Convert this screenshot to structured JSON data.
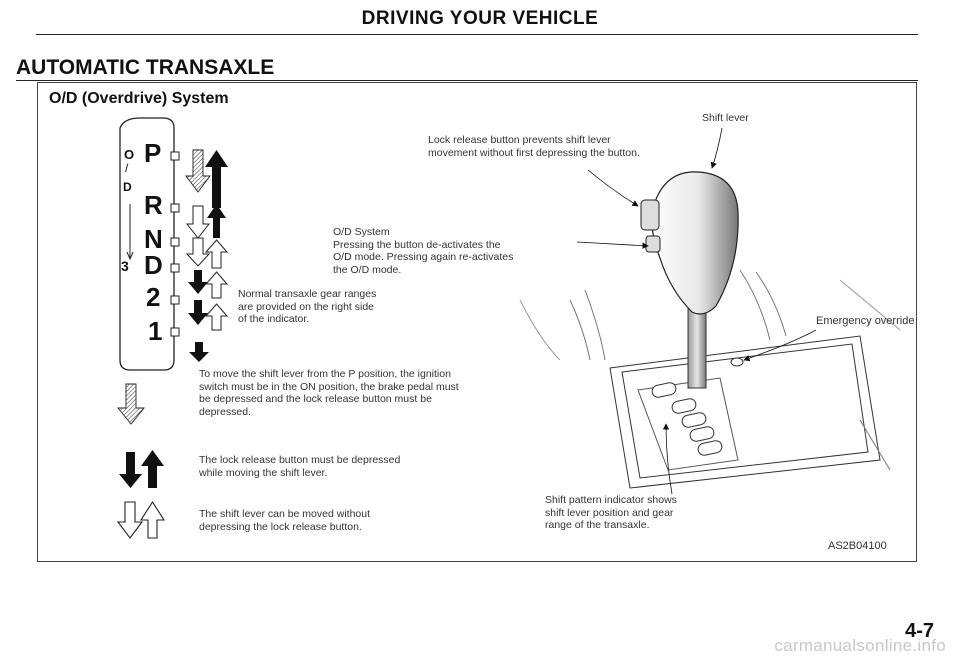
{
  "header": {
    "title": "DRIVING YOUR VEHICLE"
  },
  "section": {
    "title": "AUTOMATIC TRANSAXLE"
  },
  "subsection": {
    "title": "O/D (Overdrive) System"
  },
  "indicator": {
    "od_letter": "O",
    "od_slash": "/",
    "od_d_letter": "D",
    "three_label": "3",
    "gears": [
      "P",
      "R",
      "N",
      "D",
      "2",
      "1"
    ]
  },
  "captions": {
    "lock_release": [
      "Lock release button prevents shift lever",
      "movement without first depressing the button."
    ],
    "shift_lever": "Shift lever",
    "od_system": [
      "O/D System",
      "Pressing the button de-activates the",
      "O/D mode. Pressing again re-activates",
      "the O/D mode."
    ],
    "normal_ranges": [
      "Normal transaxle gear ranges",
      "are provided on the right side",
      "of the indicator."
    ],
    "emergency_override": "Emergency override",
    "move_from_p": [
      "To move the shift lever from the P position, the ignition",
      "switch must be in the ON position, the brake pedal must",
      "be depressed and the lock release button must be",
      "depressed."
    ],
    "lock_depressed": [
      "The lock release button must be depressed",
      "while moving the shift lever."
    ],
    "no_depress": [
      "The shift lever can be moved without",
      "depressing the lock release button."
    ],
    "shift_pattern": [
      "Shift pattern indicator shows",
      "shift lever position and gear",
      "range of the transaxle."
    ]
  },
  "figure_code": "AS2B04100",
  "page_number": "4-7",
  "watermark": "carmanualsonline.info",
  "icons": {
    "hatched_arrow": "hatched-down-arrow-icon",
    "solid_arrow": "solid-arrow-icon",
    "outline_arrow": "outline-arrow-icon"
  }
}
